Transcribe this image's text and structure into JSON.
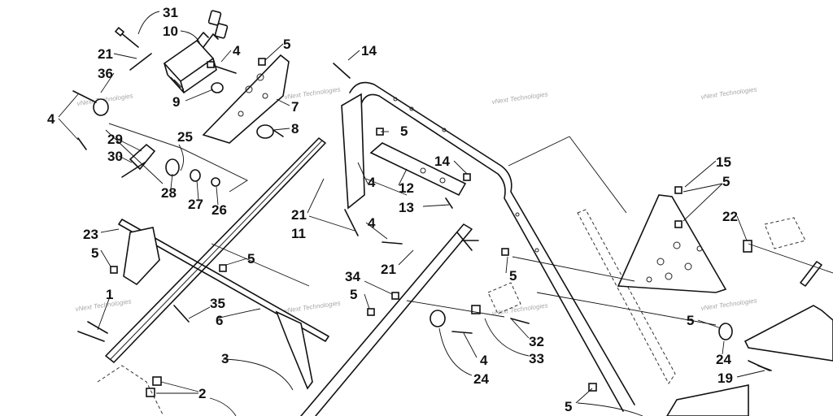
{
  "watermarks": [
    "vNext Technologies",
    "vNext Technologies",
    "vNext Technologies",
    "vNext Technologies",
    "vNext Technologies",
    "vNext Technologies",
    "vNext Technologies",
    "vNext Technologies"
  ],
  "callouts": {
    "c31": "31",
    "c10": "10",
    "c21a": "21",
    "c4a": "4",
    "c5a": "5",
    "c14a": "14",
    "c36": "36",
    "c4b": "4",
    "c9": "9",
    "c7": "7",
    "c8": "8",
    "c5b": "5",
    "c25": "25",
    "c29": "29",
    "c30": "30",
    "c28": "28",
    "c27": "27",
    "c26": "26",
    "c14b": "14",
    "c12": "12",
    "c13": "13",
    "c4c": "4",
    "c21b": "21",
    "c11": "11",
    "c4d": "4",
    "c21c": "21",
    "c15": "15",
    "c5c": "5",
    "c22": "22",
    "c23": "23",
    "c5d": "5",
    "c5e": "5",
    "c34": "34",
    "c5f": "5",
    "c5g": "5",
    "c1": "1",
    "c35": "35",
    "c6": "6",
    "c3": "3",
    "c2": "2",
    "c32": "32",
    "c33": "33",
    "c4e": "4",
    "c24a": "24",
    "c5h": "5",
    "c24b": "24",
    "c19": "19",
    "c5i": "5"
  }
}
